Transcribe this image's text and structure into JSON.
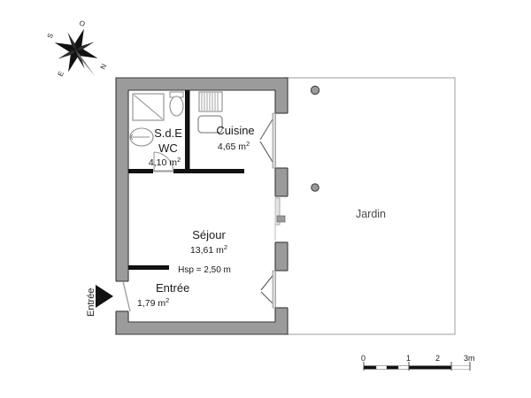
{
  "plan": {
    "type": "architectural-floor-plan",
    "units": "m2",
    "ceiling_height_note": "Hsp = 2,50 m",
    "rooms": [
      {
        "id": "sde-wc",
        "name_line1": "S.d.E",
        "name_line2": "WC",
        "area": "4,10 m",
        "area_value": "4,10",
        "area_unit": "m2",
        "superscript": "2"
      },
      {
        "id": "cuisine",
        "name_line1": "Cuisine",
        "name_line2": "",
        "area": "4,65 m",
        "area_value": "4,65",
        "area_unit": "m2",
        "superscript": "2"
      },
      {
        "id": "sejour",
        "name_line1": "Séjour",
        "name_line2": "",
        "area": "13,61 m",
        "area_value": "13,61",
        "area_unit": "m2",
        "superscript": "2"
      },
      {
        "id": "entree",
        "name_line1": "Entrée",
        "name_line2": "",
        "area": "1,79 m",
        "area_value": "1,79",
        "area_unit": "m2",
        "superscript": "2"
      }
    ],
    "labels": {
      "sde_name": "S.d.E",
      "wc_name": "WC",
      "sde_area": "4,10 m",
      "cuisine_name": "Cuisine",
      "cuisine_area": "4,65 m",
      "sejour_name": "Séjour",
      "sejour_area": "13,61 m",
      "entree_name": "Entrée",
      "entree_area": "1,79 m",
      "entree_arrow_label": "Entrée",
      "garden_name": "Jardin",
      "hsp": "Hsp = 2,50 m",
      "superscript": "2"
    },
    "colors": {
      "wall_fill": "#9b9b9b",
      "wall_stroke": "#3a3a3a",
      "interior_wall": "#111111",
      "background": "#ffffff",
      "garden_border": "#b9b9b9",
      "garden_text": "#4a4a4a",
      "marker_fill": "#9b9b9b",
      "marker_stroke": "#4a4a4a",
      "text": "#1a1a1a"
    }
  },
  "compass": {
    "name": "compass-rose",
    "directions": [
      {
        "key": "top",
        "letter": "O"
      },
      {
        "key": "upper-left",
        "letter": "S"
      },
      {
        "key": "lower-left",
        "letter": "E"
      },
      {
        "key": "lower-right",
        "letter": "N"
      }
    ],
    "letters": {
      "o": "O",
      "s": "S",
      "e": "E",
      "n": "N"
    }
  },
  "scale_bar": {
    "name": "scale-bar",
    "ticks": [
      "0",
      "1",
      "2",
      "3m"
    ],
    "tick_0": "0",
    "tick_1": "1",
    "tick_2": "2",
    "tick_3": "3m",
    "segments": 3,
    "unit": "m"
  },
  "garden": {
    "name": "Jardin",
    "markers": 2
  }
}
